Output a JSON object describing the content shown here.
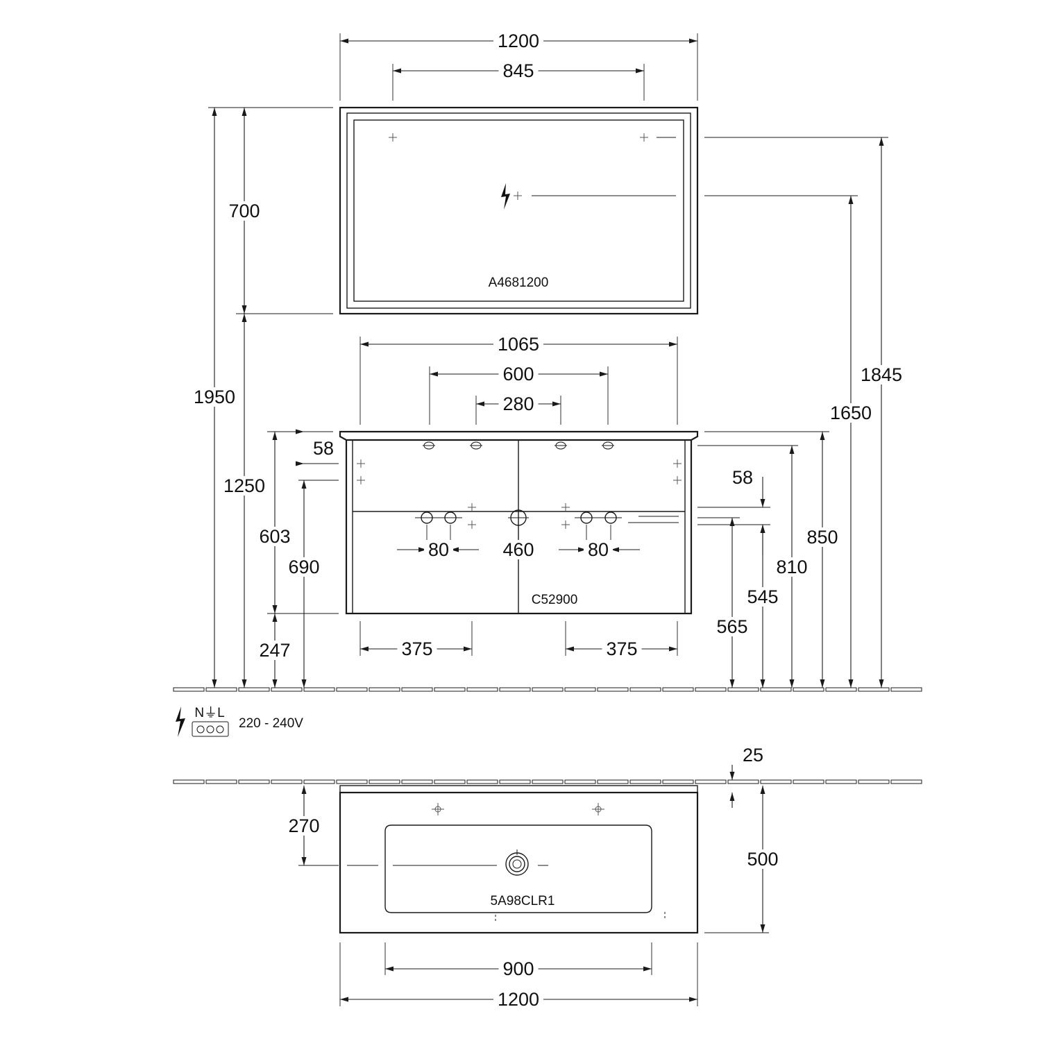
{
  "product_codes": {
    "mirror": "A4681200",
    "vanity_unit": "C52900",
    "washbasin": "5A98CLR1"
  },
  "electrical": {
    "terminals": "N⏚L",
    "voltage": "220 - 240V",
    "symbol": "lightning-bolt-icon"
  },
  "dimensions": {
    "mirror_width": "1200",
    "mirror_fixing_spacing": "845",
    "mirror_height": "700",
    "mirror_top_height": "1950",
    "mirror_bottom_height": "1250",
    "mirror_fixing_height": "1845",
    "mirror_socket_height": "1650",
    "unit_width": "1065",
    "tap_spacing_outer": "600",
    "tap_spacing_inner": "280",
    "top_offset_left": "58",
    "unit_height": "603",
    "unit_bottom_height": "247",
    "unit_fixing_height": "690",
    "pipe_spacing_left": "80",
    "pipe_spacing_center": "460",
    "pipe_spacing_right": "80",
    "drawer_rail_left": "375",
    "drawer_rail_right": "375",
    "top_offset_right": "58",
    "basin_top_height": "850",
    "fixing_rail_height": "810",
    "waste_height": "545",
    "pipe_height": "565",
    "rear_gap": "25",
    "waste_depth": "270",
    "basin_depth": "500",
    "bowl_width": "900",
    "basin_width": "1200"
  }
}
